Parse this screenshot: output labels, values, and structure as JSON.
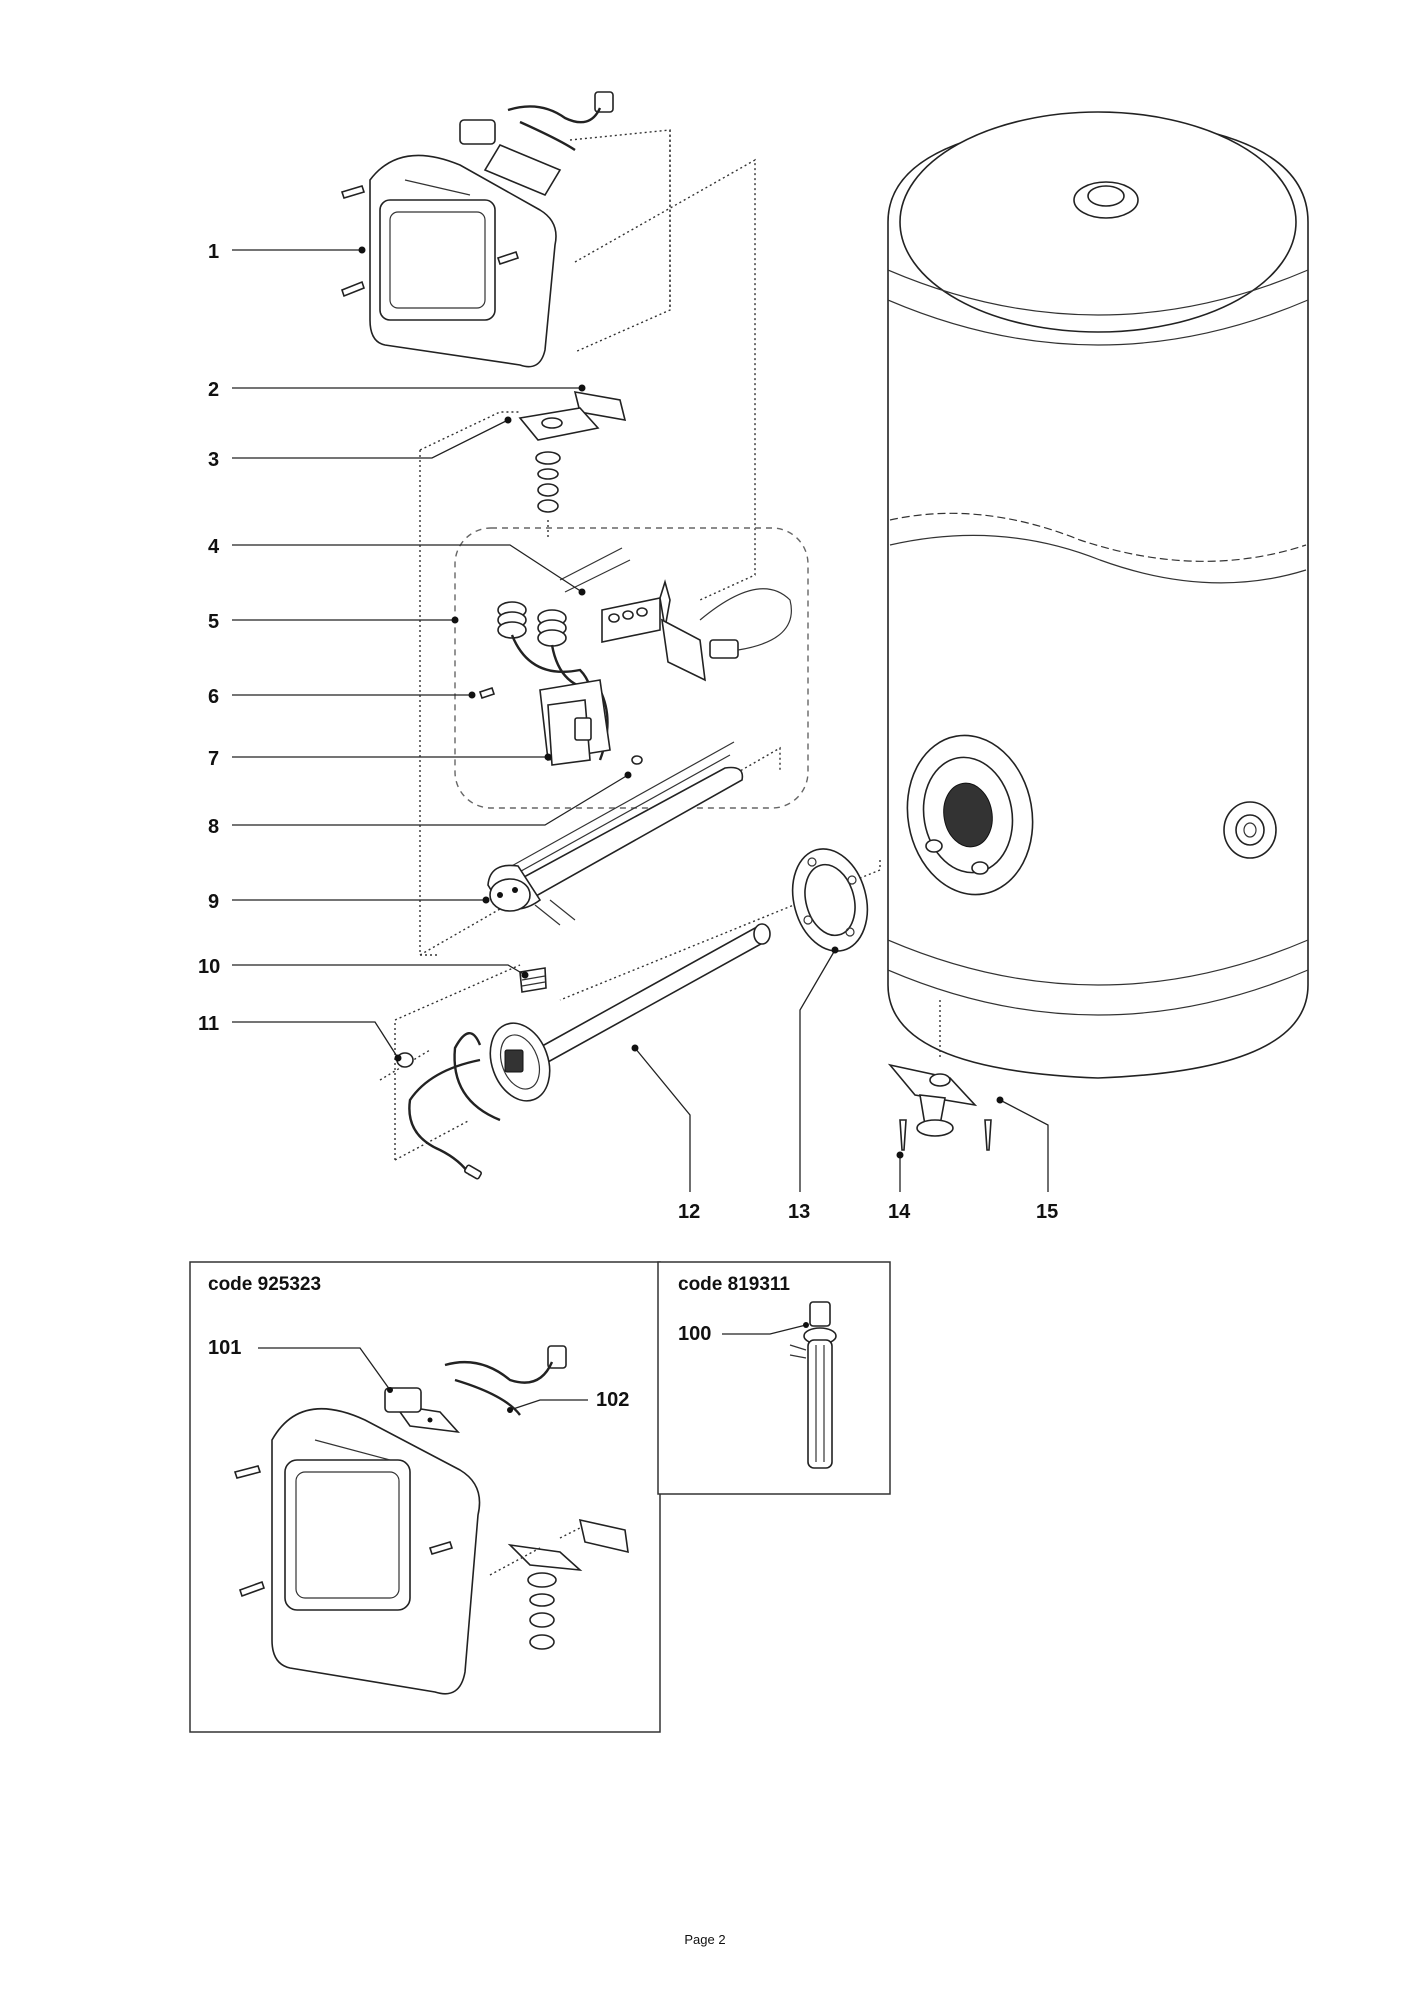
{
  "diagram": {
    "callouts": [
      {
        "id": "c1",
        "label": "1"
      },
      {
        "id": "c2",
        "label": "2"
      },
      {
        "id": "c3",
        "label": "3"
      },
      {
        "id": "c4",
        "label": "4"
      },
      {
        "id": "c5",
        "label": "5"
      },
      {
        "id": "c6",
        "label": "6"
      },
      {
        "id": "c7",
        "label": "7"
      },
      {
        "id": "c8",
        "label": "8"
      },
      {
        "id": "c9",
        "label": "9"
      },
      {
        "id": "c10",
        "label": "10"
      },
      {
        "id": "c11",
        "label": "11"
      },
      {
        "id": "c12",
        "label": "12"
      },
      {
        "id": "c13",
        "label": "13"
      },
      {
        "id": "c14",
        "label": "14"
      },
      {
        "id": "c15",
        "label": "15"
      }
    ],
    "inset_left": {
      "code": "code 925323",
      "callouts": [
        "101",
        "102"
      ]
    },
    "inset_right": {
      "code": "code 819311",
      "callouts": [
        "100"
      ]
    }
  },
  "page": {
    "footer": "Page 2"
  }
}
